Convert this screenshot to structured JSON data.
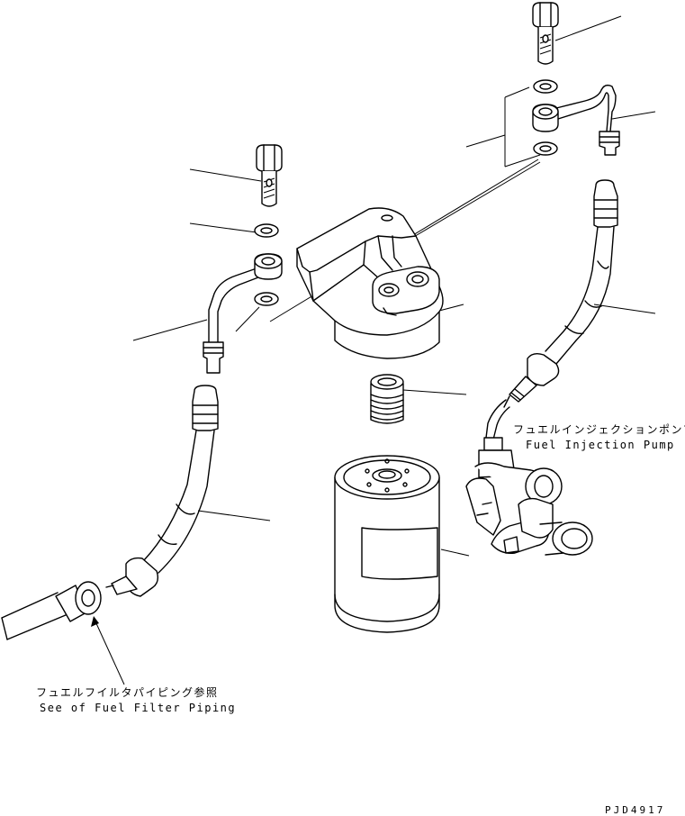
{
  "labels": {
    "injection_pump_jp": "フュエルインジェクションポンプ",
    "injection_pump_en": "Fuel Injection Pump",
    "filter_piping_jp": "フュエルフイルタパイピング参照",
    "filter_piping_en": "See of Fuel Filter Piping"
  },
  "drawing_code": "PJD4917"
}
